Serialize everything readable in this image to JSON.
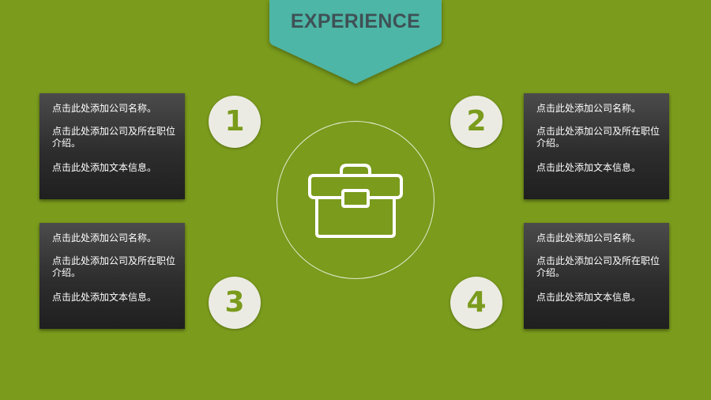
{
  "header": {
    "title": "EXPERIENCE"
  },
  "colors": {
    "background": "#7a9b1c",
    "banner": "#4db6a6",
    "card": "#2d2d2d",
    "badge": "#ecebe3",
    "badge_text": "#7a9b1c"
  },
  "center": {
    "icon": "briefcase-icon"
  },
  "cards": [
    {
      "number": "1",
      "name": "点击此处添加公司名称。",
      "desc": "点击此处添加公司及所在职位介绍。",
      "info": "点击此处添加文本信息。"
    },
    {
      "number": "2",
      "name": "点击此处添加公司名称。",
      "desc": "点击此处添加公司及所在职位介绍。",
      "info": "点击此处添加文本信息。"
    },
    {
      "number": "3",
      "name": "点击此处添加公司名称。",
      "desc": "点击此处添加公司及所在职位介绍。",
      "info": "点击此处添加文本信息。"
    },
    {
      "number": "4",
      "name": "点击此处添加公司名称。",
      "desc": "点击此处添加公司及所在职位介绍。",
      "info": "点击此处添加文本信息。"
    }
  ]
}
